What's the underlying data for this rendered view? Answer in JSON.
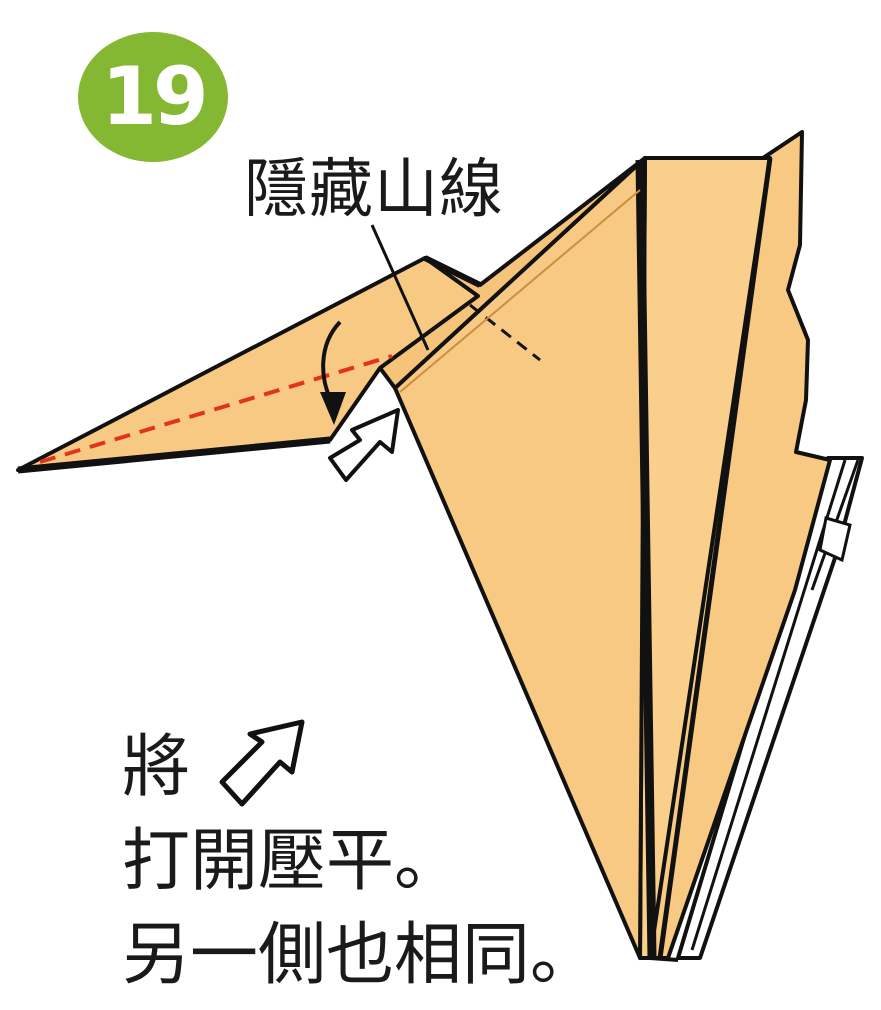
{
  "step": {
    "number": "19",
    "badge_color": "#84b832"
  },
  "labels": {
    "hidden_mountain_fold": "隱藏山線"
  },
  "instructions": {
    "line1": "將",
    "line2": "打開壓平。",
    "line3": "另一側也相同。"
  },
  "icons": {
    "open_arrow": "hollow-diagonal-arrow",
    "fold_arrow": "curved-fold-arrow",
    "push_arrow": "hollow-push-arrow"
  },
  "colors": {
    "paper": "#f7c983",
    "paper_shade": "#f2be72",
    "outline": "#111111",
    "valley_fold": "#e2331d",
    "white_edge": "#ffffff"
  }
}
